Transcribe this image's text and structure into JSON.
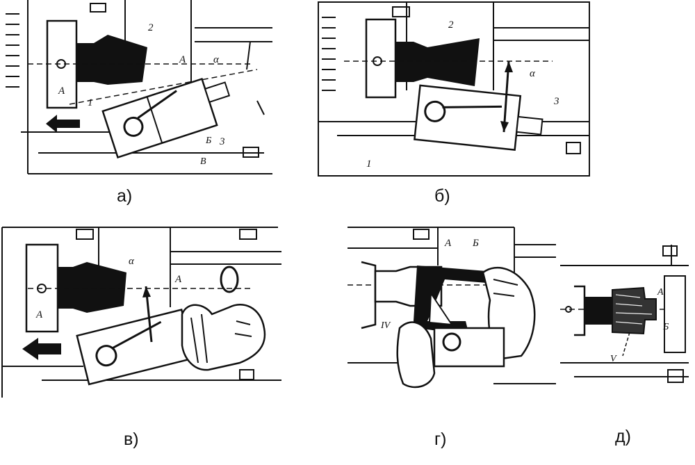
{
  "panels": [
    {
      "caption": "а)",
      "labels": {
        "chuck_face": "А",
        "workpiece": "2",
        "face_line": "А",
        "angle": "α",
        "support": "1",
        "tool": "3",
        "b": "Б",
        "v": "В"
      }
    },
    {
      "caption": "б)",
      "labels": {
        "workpiece": "2",
        "angle": "α",
        "tool": "3",
        "support": "1"
      }
    },
    {
      "caption": "в)",
      "labels": {
        "angle": "α",
        "face_line": "А",
        "chuck_face": "А"
      }
    },
    {
      "caption": "г)",
      "labels": {
        "a": "А",
        "b": "Б",
        "num": "IV"
      }
    },
    {
      "caption": "д)",
      "labels": {
        "a": "А",
        "b": "Б",
        "num": "V"
      }
    }
  ]
}
